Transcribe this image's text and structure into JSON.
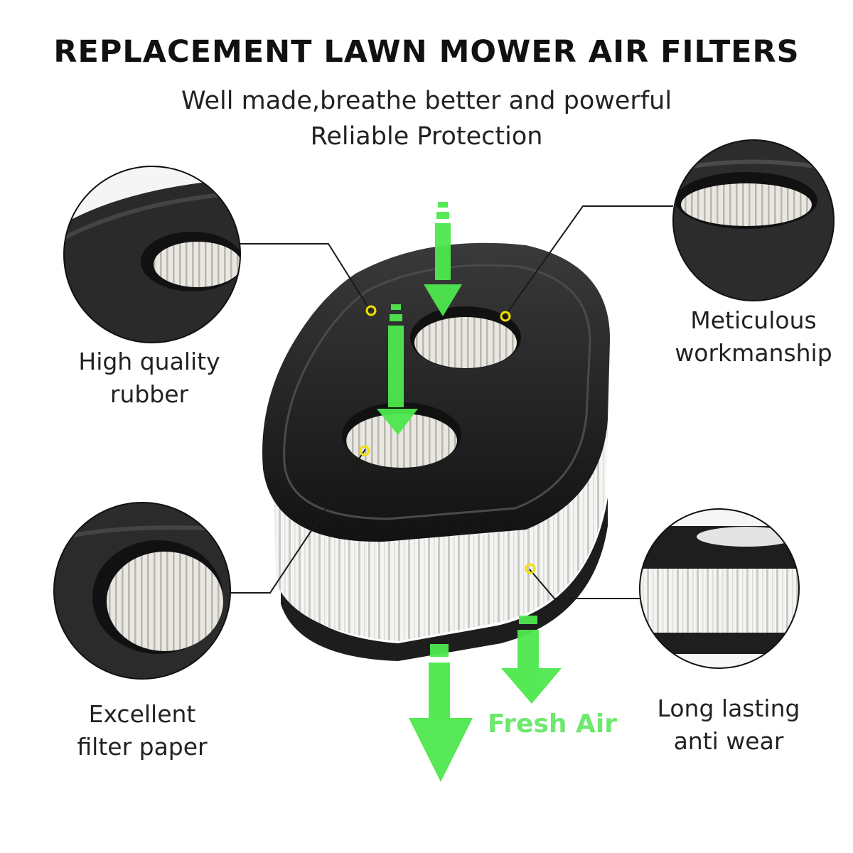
{
  "header": {
    "title": "REPLACEMENT LAWN MOWER AIR FILTERS",
    "subtitle_line1": "Well made,breathe better and powerful",
    "subtitle_line2": "Reliable Protection"
  },
  "features": {
    "rubber": {
      "line1": "High quality",
      "line2": "rubber"
    },
    "workmanship": {
      "line1": "Meticulous",
      "line2": "workmanship"
    },
    "paper": {
      "line1": "Excellent",
      "line2": "filter paper"
    },
    "wear": {
      "line1": "Long lasting",
      "line2": "anti wear"
    }
  },
  "airflow": {
    "label": "Fresh Air"
  },
  "colors": {
    "arrow": "#4ee84e",
    "marker": "#f0e000",
    "rubber": "#1c1c1c",
    "paper": "#f2f2f0"
  },
  "icons": [
    "air-filter-product",
    "down-arrow-icon",
    "zoom-detail-circle",
    "callout-marker"
  ]
}
